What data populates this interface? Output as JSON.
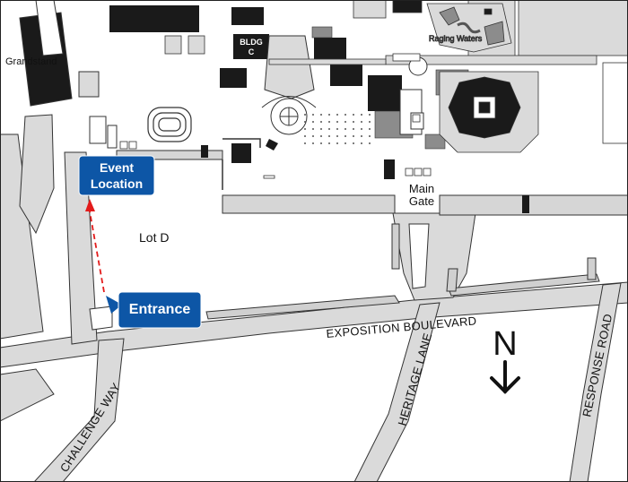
{
  "labels": {
    "grandstand": "Grandstand",
    "bldg_c_line1": "BLDG",
    "bldg_c_line2": "C",
    "raging_waters": "Raging Waters",
    "main_gate_line1": "Main",
    "main_gate_line2": "Gate",
    "lot_d": "Lot D",
    "event_location_line1": "Event",
    "event_location_line2": "Location",
    "entrance": "Entrance",
    "north": "N"
  },
  "roads": {
    "exposition_boulevard": "EXPOSITION BOULEVARD",
    "heritage_lane": "HERITAGE LANE",
    "response_road": "RESPONSE ROAD",
    "challenge_way": "CHALLENGE WAY"
  },
  "colors": {
    "callout_blue": "#0d56a6",
    "route_red": "#e31b1b",
    "road_gray": "#d9d9d9",
    "building_dark": "#1a1a1a",
    "building_mid": "#8c8c8c"
  },
  "icons": {
    "north_arrow": "arrow-down-icon"
  }
}
